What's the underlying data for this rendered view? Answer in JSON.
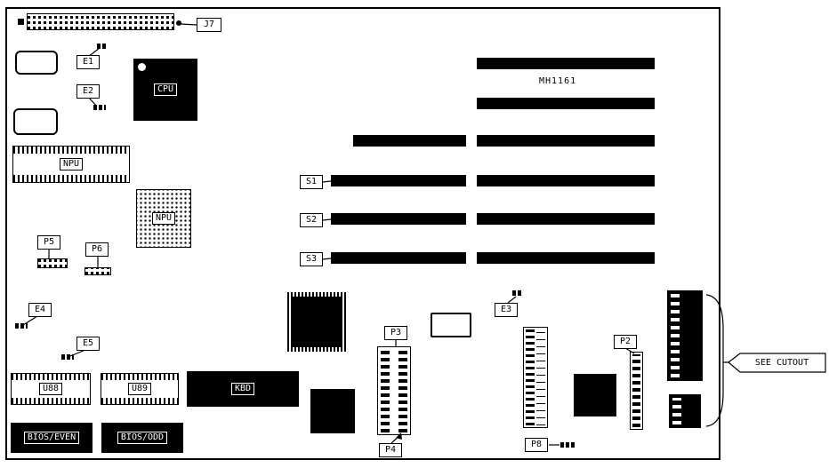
{
  "labels": {
    "j7": "J7",
    "e1": "E1",
    "e2": "E2",
    "e3": "E3",
    "e4": "E4",
    "e5": "E5",
    "p2": "P2",
    "p3": "P3",
    "p4": "P4",
    "p5": "P5",
    "p6": "P6",
    "p8": "P8",
    "s1": "S1",
    "s2": "S2",
    "s3": "S3"
  },
  "chips": {
    "cpu": "CPU",
    "npu_dip": "NPU",
    "npu_pga": "NPU",
    "kbd": "KBD",
    "u88": "U88",
    "u89": "U89",
    "bios_even": "BIOS/EVEN",
    "bios_odd": "BIOS/ODD"
  },
  "annotations": {
    "mh1161": "MH1161",
    "see_cutout": "SEE CUTOUT"
  },
  "colors": {
    "ink": "#000000",
    "background": "#ffffff"
  }
}
